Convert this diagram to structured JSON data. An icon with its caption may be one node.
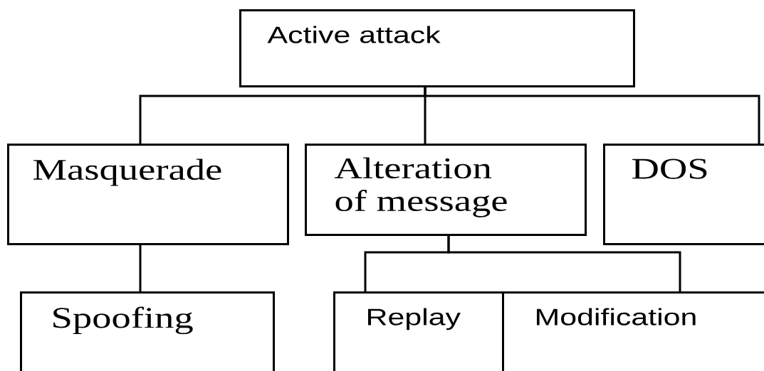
{
  "diagram": {
    "nodes": [
      {
        "text": [
          "Active attack"
        ]
      },
      {
        "text": [
          "Masquerade"
        ]
      },
      {
        "text": [
          "Alteration of message"
        ]
      },
      {
        "text": [
          "DOS"
        ]
      },
      {
        "text": [
          "Spoofing"
        ]
      },
      {
        "text": [
          "Replay"
        ]
      },
      {
        "text": [
          "Modification"
        ]
      }
    ],
    "edges": [
      {
        "from": 0,
        "to": 1,
        "arrow": "none"
      },
      {
        "from": 0,
        "to": 2,
        "arrow": "none"
      },
      {
        "from": 0,
        "to": 3,
        "arrow": "none"
      },
      {
        "from": 1,
        "to": 4,
        "arrow": "none"
      },
      {
        "from": 2,
        "to": 5,
        "arrow": "none"
      },
      {
        "from": 2,
        "to": 6,
        "arrow": "none"
      }
    ]
  }
}
